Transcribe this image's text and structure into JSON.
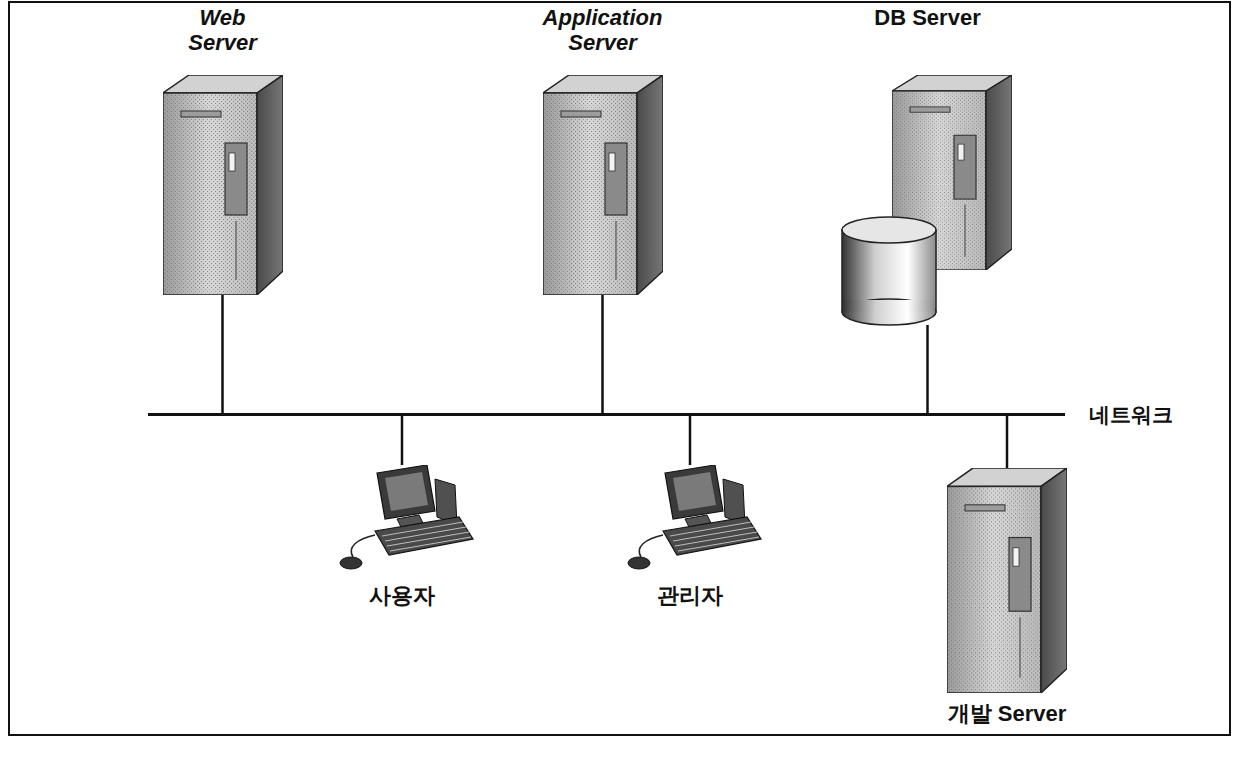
{
  "diagram": {
    "nodes": [
      {
        "text": [
          "Web Server"
        ]
      },
      {
        "text": [
          "Application Server"
        ]
      },
      {
        "text": [
          "DB Server"
        ]
      },
      {
        "text": [
          "네트워크"
        ]
      },
      {
        "text": [
          "사용자"
        ]
      },
      {
        "text": [
          "관리자"
        ]
      },
      {
        "text": [
          "개발 Server"
        ]
      }
    ],
    "edges": [
      {
        "from": 0,
        "to": 3,
        "arrow": "none"
      },
      {
        "from": 1,
        "to": 3,
        "arrow": "none"
      },
      {
        "from": 2,
        "to": 3,
        "arrow": "none"
      },
      {
        "from": 3,
        "to": 4,
        "arrow": "none"
      },
      {
        "from": 3,
        "to": 5,
        "arrow": "none"
      },
      {
        "from": 3,
        "to": 6,
        "arrow": "none"
      }
    ]
  }
}
